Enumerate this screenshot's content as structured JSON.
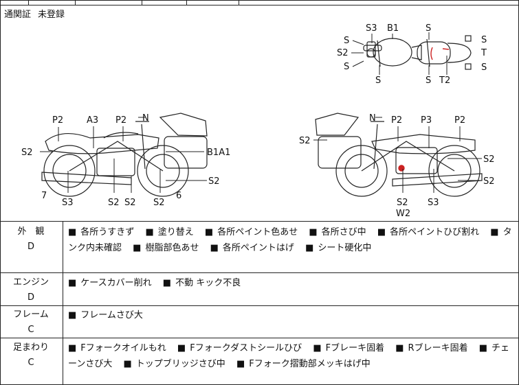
{
  "customs": {
    "label": "通関証",
    "value": "未登録"
  },
  "diagram": {
    "top": {
      "s3": "S3",
      "b1": "B1",
      "s": "S",
      "s2": "S2",
      "t": "T",
      "t2": "T2"
    },
    "left": {
      "p2": "P2",
      "a3": "A3",
      "n": "N",
      "s2": "S2",
      "b1a1": "B1A1",
      "s3": "S3",
      "seven": "7",
      "six": "6"
    },
    "right": {
      "n": "N",
      "p2": "P2",
      "p3": "P3",
      "s2": "S2",
      "s3": "S3",
      "w2": "W2"
    }
  },
  "sections": [
    {
      "name": "外　観",
      "grade": "D",
      "items": [
        "各所うすきず",
        "塗り替え",
        "各所ペイント色あせ",
        "各所さび中",
        "各所ペイントひび割れ",
        "タンク内未確認",
        "樹脂部色あせ",
        "各所ペイントはげ",
        "シート硬化中"
      ]
    },
    {
      "name": "エンジン",
      "grade": "D",
      "items": [
        "ケースカバー削れ",
        "不動 キック不良"
      ]
    },
    {
      "name": "フレーム",
      "grade": "C",
      "items": [
        "フレームさび大"
      ]
    },
    {
      "name": "足まわり",
      "grade": "C",
      "items": [
        "Fフォークオイルもれ",
        "Fフォークダストシールひび",
        "Fブレーキ固着",
        "Rブレーキ固着",
        "チェーンさび大",
        "トップブリッジさび中",
        "Fフォーク摺動部メッキはげ中"
      ]
    }
  ],
  "bullet": "■",
  "marker_color": "#cc2222"
}
